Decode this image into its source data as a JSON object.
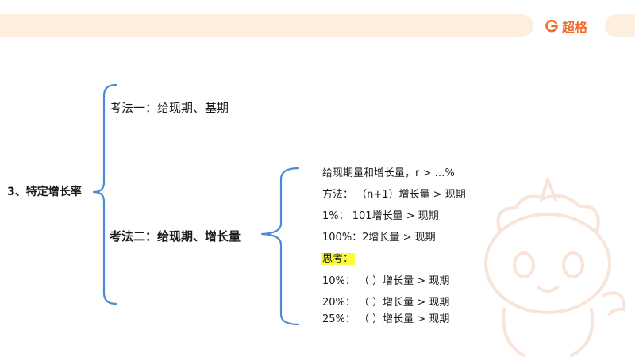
{
  "brand": {
    "logo_text": "超格",
    "accent_color": "#f06a2a",
    "bar_color": "#fdeee0",
    "bracket_color": "#4b8bd1",
    "highlight_color": "#fafb3a"
  },
  "root": {
    "label": "3、特定增长率"
  },
  "method1": {
    "label": "考法一：给现期、基期"
  },
  "method2": {
    "label": "考法二：给现期、增长量"
  },
  "details": {
    "line1": "给现期量和增长量，r > …%",
    "line2": "方法：  （n+1）增长量 > 现期",
    "line3": "1%：     101增长量 > 现期",
    "line4": "100%：2增长量 > 现期",
    "think": "思考：",
    "line5": "10%：  （    ）增长量 > 现期",
    "line6": "20%：  （    ）增长量 > 现期",
    "line7": "25%：  （    ）增长量 > 现期"
  },
  "decor": {
    "mascot": "unicorn-mascot-icon"
  }
}
